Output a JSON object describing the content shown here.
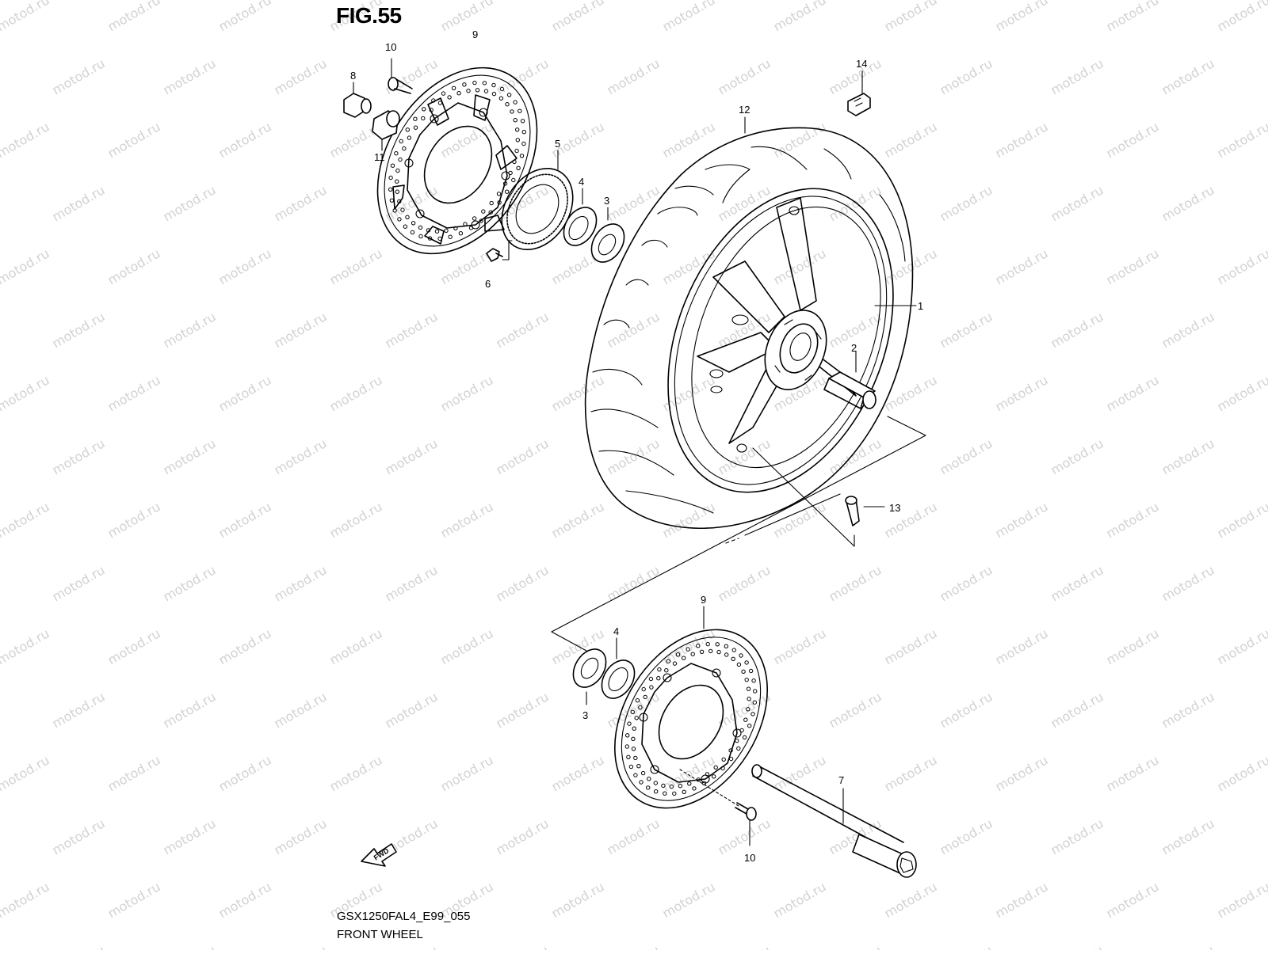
{
  "figure": {
    "title": "FIG.55",
    "model_code": "GSX1250FAL4_E99_055",
    "caption": "FRONT WHEEL"
  },
  "watermark": {
    "text": "motod.ru",
    "color": "#d2d2d2"
  },
  "fwd_arrow": {
    "label": "FWD"
  },
  "callouts": [
    {
      "id": "c1",
      "text": "1"
    },
    {
      "id": "c2",
      "text": "2"
    },
    {
      "id": "c3a",
      "text": "3"
    },
    {
      "id": "c3b",
      "text": "3"
    },
    {
      "id": "c4a",
      "text": "4"
    },
    {
      "id": "c4b",
      "text": "4"
    },
    {
      "id": "c5",
      "text": "5"
    },
    {
      "id": "c6",
      "text": "6"
    },
    {
      "id": "c7",
      "text": "7"
    },
    {
      "id": "c8",
      "text": "8"
    },
    {
      "id": "c9a",
      "text": "9"
    },
    {
      "id": "c9b",
      "text": "9"
    },
    {
      "id": "c10a",
      "text": "10"
    },
    {
      "id": "c10b",
      "text": "10"
    },
    {
      "id": "c11",
      "text": "11"
    },
    {
      "id": "c12",
      "text": "12"
    },
    {
      "id": "c13",
      "text": "13"
    },
    {
      "id": "c14",
      "text": "14"
    }
  ]
}
